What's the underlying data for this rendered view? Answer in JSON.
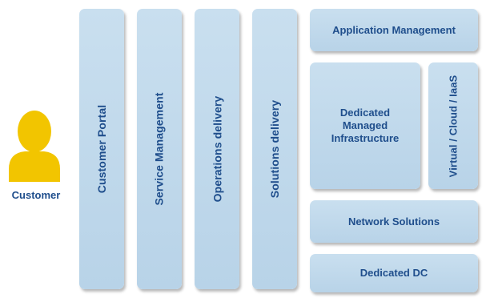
{
  "customer": {
    "icon": "person-icon",
    "label": "Customer",
    "color": "#f2c500"
  },
  "columns": [
    {
      "label": "Customer Portal"
    },
    {
      "label": "Service Management"
    },
    {
      "label": "Operations delivery"
    },
    {
      "label": "Solutions delivery"
    }
  ],
  "stack": {
    "application_management": "Application Management",
    "dedicated_managed_infrastructure": [
      "Dedicated",
      "Managed",
      "Infrastructure"
    ],
    "virtual_cloud": "Virtual / Cloud / IaaS",
    "network_solutions": "Network Solutions",
    "dedicated_dc": "Dedicated DC"
  },
  "colors": {
    "block_fill": "#c3dbed",
    "text": "#1f4e8c"
  }
}
